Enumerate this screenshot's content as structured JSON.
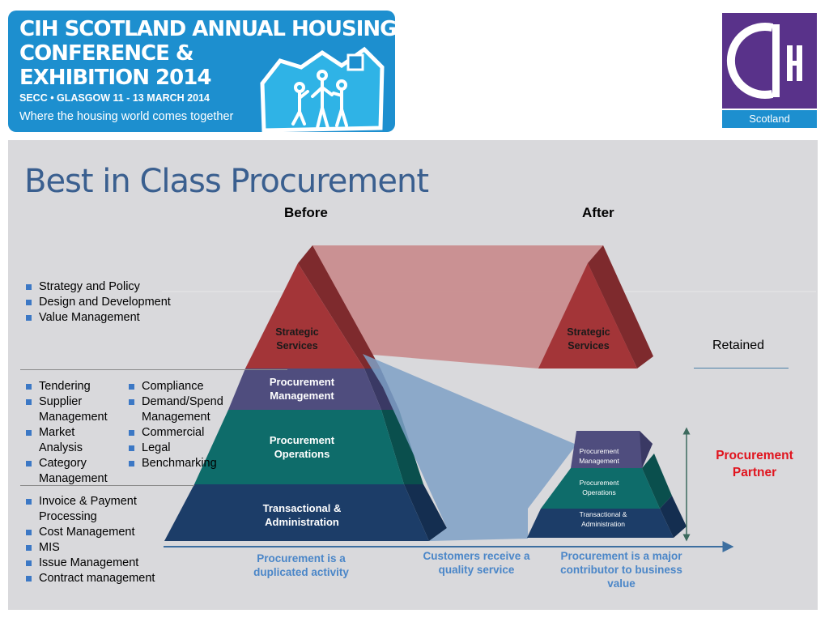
{
  "banner": {
    "line1": "CIH SCOTLAND ANNUAL HOUSING",
    "line2": "CONFERENCE  &",
    "line3": "EXHIBITION 2014",
    "venue": "SECC • GLASGOW 11 - 13 MARCH 2014",
    "tagline": "Where the housing world comes together"
  },
  "logo": {
    "region": "Scotland"
  },
  "slide": {
    "title": "Best in Class Procurement",
    "before_label": "Before",
    "after_label": "After",
    "retained_label": "Retained",
    "partner_label": "Procurement Partner"
  },
  "lists": {
    "strategy": [
      "Strategy and Policy",
      "Design and Development",
      "Value Management"
    ],
    "mgmt_col1": [
      "Tendering",
      "Supplier Management",
      "Market Analysis",
      " Category Management"
    ],
    "mgmt_col2": [
      "Compliance",
      "Demand/Spend Management",
      " Commercial",
      " Legal",
      " Benchmarking"
    ],
    "transactional": [
      "Invoice & Payment Processing",
      " Cost Management",
      "MIS",
      "Issue Management",
      " Contract management"
    ]
  },
  "pyramid_before": {
    "strategic": "Strategic Services",
    "management": "Procurement Management",
    "operations": "Procurement Operations",
    "transactional": "Transactional & Administration"
  },
  "pyramid_after": {
    "strategic": "Strategic Services",
    "management": "Procurement Management",
    "operations": "Procurement Operations",
    "transactional": "Transactional & Administration"
  },
  "notes": {
    "duplicated": "Procurement is a duplicated activity",
    "customers": "Customers receive a quality service",
    "contributor": "Procurement is a major contributor to business value"
  },
  "colors": {
    "banner_blue": "#1d8fcf",
    "logo_purple": "#59328a",
    "title_blue": "#3a5f8f",
    "strategic_red": "#a33538",
    "management_purple": "#4f4d7e",
    "operations_teal": "#0e6c6a",
    "transactional_navy": "#1c3d68",
    "partner_red": "#e0141e",
    "note_blue": "#4a86c8"
  }
}
